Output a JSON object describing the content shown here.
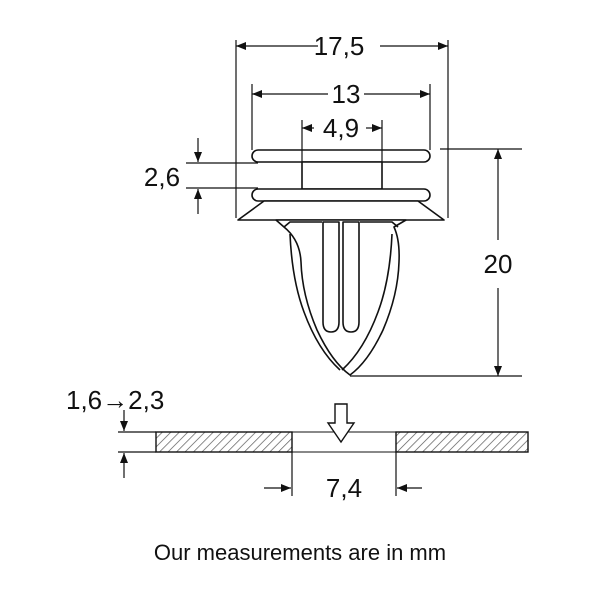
{
  "dimensions": {
    "overall_width": "17,5",
    "flange_width": "13",
    "neck_width": "4,9",
    "flange_gap": "2,6",
    "height": "20",
    "panel_thickness": "1,6→2,3",
    "hole_diameter": "7,4"
  },
  "caption": "Our measurements are in mm"
}
